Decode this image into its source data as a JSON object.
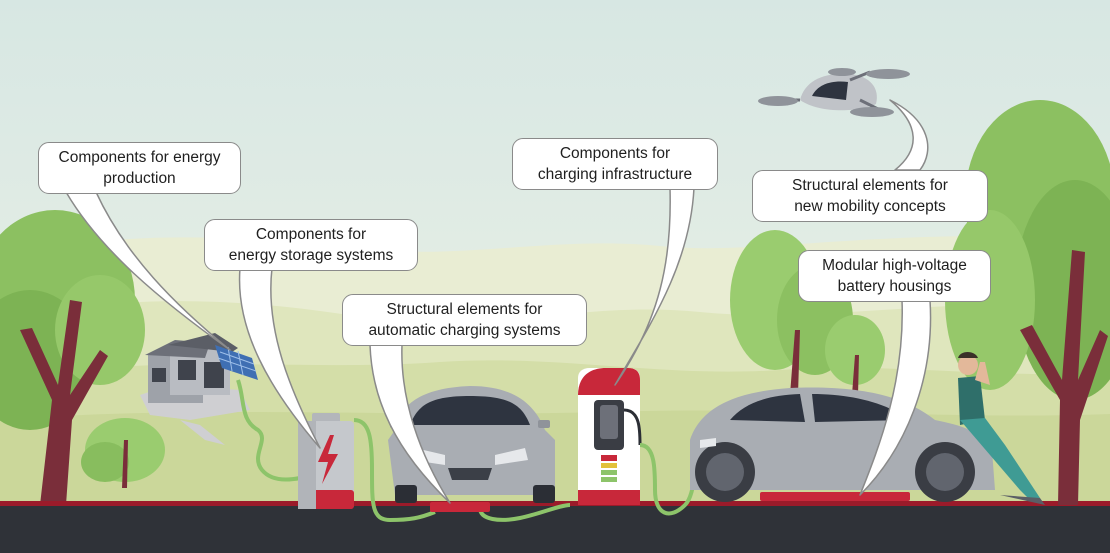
{
  "callouts": {
    "energy_production": [
      "Components for energy",
      "production"
    ],
    "energy_storage": [
      "Components for",
      "energy storage systems"
    ],
    "automatic_charging": [
      "Structural elements for",
      "automatic charging systems"
    ],
    "charging_infrastructure": [
      "Components for",
      "charging infrastructure"
    ],
    "new_mobility": [
      "Structural elements for",
      "new mobility concepts"
    ],
    "battery_housings": [
      "Modular high-voltage",
      "battery housings"
    ]
  },
  "colors": {
    "sky_top": "#dce9e4",
    "sky_bottom": "#eef3e8",
    "hill_light": "#e8eccf",
    "hill_mid": "#d9e2b4",
    "road": "#2f3238",
    "road_edge": "#9b1b2a",
    "tree_green": "#8cc061",
    "tree_dark": "#6ea74a",
    "trunk": "#7a2e3a",
    "car_grey": "#a9adb3",
    "cable_green": "#8dc46a",
    "accent_red": "#c8283a",
    "callout_border": "#8a8a8a"
  },
  "icons": [
    "house-icon",
    "solar-panel-icon",
    "battery-icon",
    "sedan-car-icon",
    "charging-station-icon",
    "concept-car-icon",
    "air-taxi-drone-icon",
    "person-icon",
    "tree-icon"
  ]
}
